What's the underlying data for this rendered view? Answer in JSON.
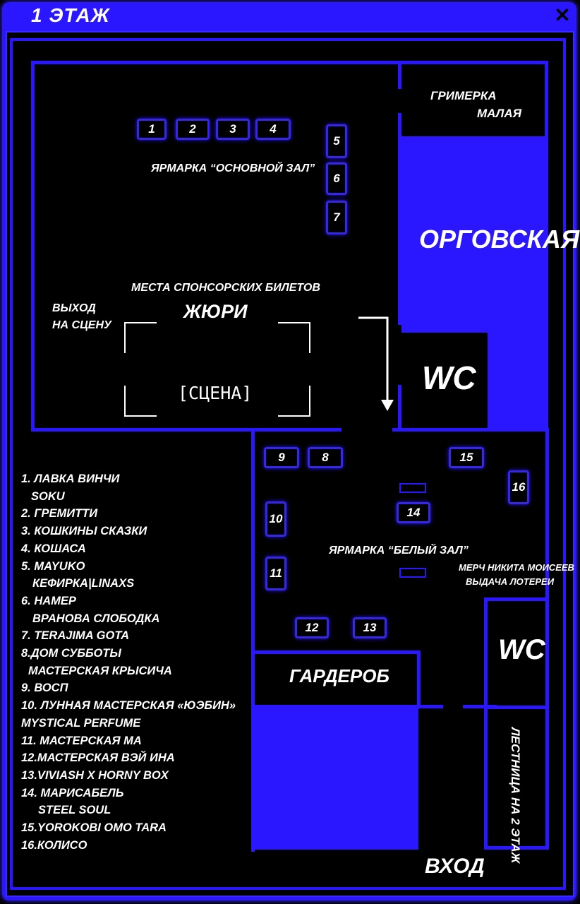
{
  "header": {
    "title": "1 ЭТАЖ",
    "close_icon": "close-icon"
  },
  "rooms": {
    "grimerka_line1": "ГРИМЕРКА",
    "grimerka_line2": "МАЛАЯ",
    "orgovskaya": "ОРГОВСКАЯ",
    "wc_top": "WC",
    "wc_bottom": "WC",
    "garderob": "ГАРДЕРОБ",
    "stairs": "ЛЕСТНИЦА НА 2 ЭТАЖ",
    "entrance": "ВХОД"
  },
  "hall_main": {
    "fair_label": "ЯРМАРКА “ОСНОВНОЙ ЗАЛ”",
    "sponsor_label": "МЕСТА СПОНСОРСКИХ БИЛЕТОВ",
    "jury_label": "ЖЮРИ",
    "exit_line1": "ВЫХОД",
    "exit_line2": "НА СЦЕНУ",
    "stage_label": "[СЦЕНА]"
  },
  "hall_white": {
    "fair_label": "ЯРМАРКА “БЕЛЫЙ ЗАЛ”",
    "merch_line1": "МЕРЧ НИКИТА МОИСЕЕВ",
    "merch_line2": "ВЫДАЧА ЛОТЕРЕИ"
  },
  "stalls": [
    "1",
    "2",
    "3",
    "4",
    "5",
    "6",
    "7",
    "8",
    "9",
    "10",
    "11",
    "12",
    "13",
    "14",
    "15",
    "16"
  ],
  "legend": [
    "1. ЛАВКА ВИНЧИ",
    "SOKU",
    "2. ГРЕМИТТИ",
    "3. КОШКИНЫ СКАЗКИ",
    "4. КОШАСА",
    "5. MAYUKO",
    "КЕФИРКА|LINAXS",
    "6. НАМЕР",
    "ВРАНОВА СЛОБОДКА",
    "7. TERAJIMA GOTA",
    "8.ДОМ СУББОТЫ",
    "МАСТЕРСКАЯ КРЫСИЧА",
    "9. ВОСП",
    "10. ЛУННАЯ МАСТЕРСКАЯ «ЮЭБИН»",
    "MYSTICAL PERFUME",
    "11. МАСТЕРСКАЯ МА",
    "12.МАСТЕРСКАЯ ВЭЙ ИНА",
    "13.VIVIASH X HORNY BOX",
    "14. МАРИСАБЕЛЬ",
    "STEEL SOUL",
    "15.YOROKOBI OMO TARA",
    "16.КОЛИСО"
  ],
  "colors": {
    "accent": "#2a16ff",
    "background": "#000000",
    "text": "#ffffff"
  }
}
